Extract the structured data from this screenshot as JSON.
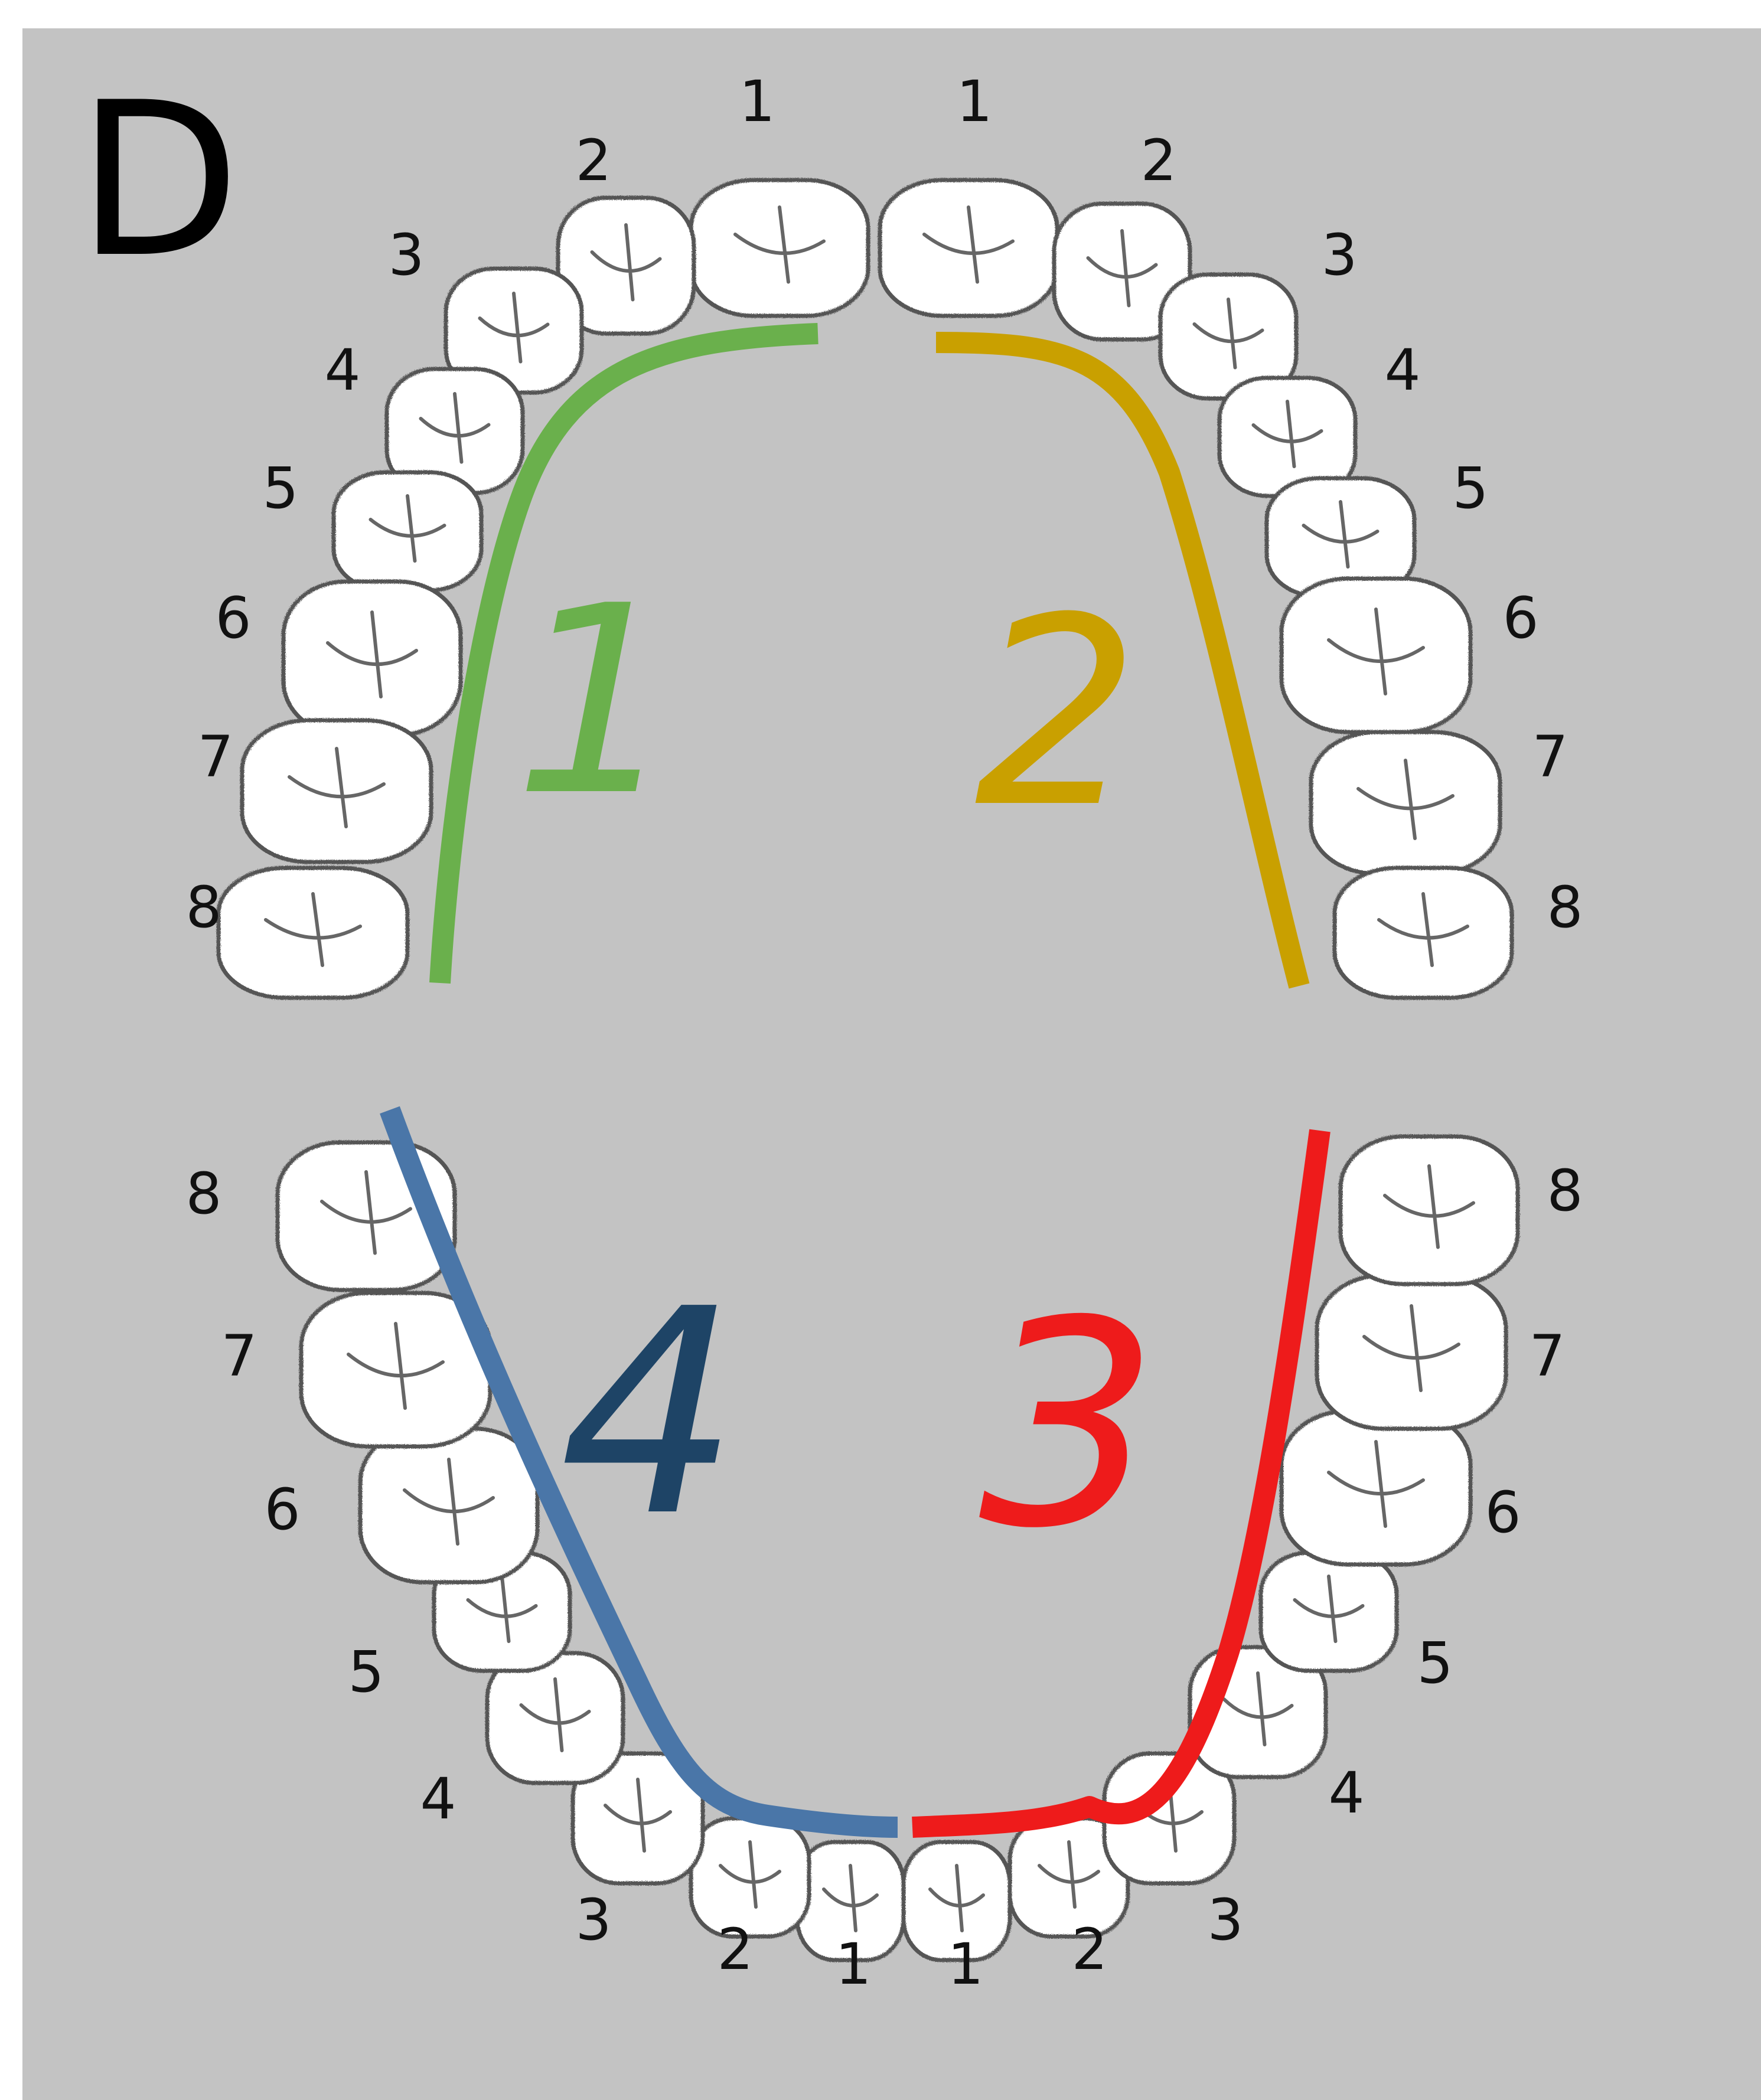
{
  "panel": {
    "letter": "D"
  },
  "colors": {
    "background": "#c3c3c3",
    "tooth_fill": "#ffffff",
    "tooth_outline": "#555555",
    "text": "#111111",
    "q1": "#6ab04c",
    "q2": "#c9a000",
    "q3": "#ee1b1b",
    "q4": "#4a76a8",
    "q4_numeral": "#1e4466"
  },
  "quadrants": [
    {
      "id": "q1",
      "numeral": "1",
      "color": "#6ab04c"
    },
    {
      "id": "q2",
      "numeral": "2",
      "color": "#c9a000"
    },
    {
      "id": "q3",
      "numeral": "3",
      "color": "#ee1b1b"
    },
    {
      "id": "q4",
      "numeral": "4",
      "color": "#1e4466",
      "line_color": "#4a76a8"
    }
  ],
  "upper_arch": {
    "left_numbers": [
      "1",
      "2",
      "3",
      "4",
      "5",
      "6",
      "7",
      "8"
    ],
    "right_numbers": [
      "1",
      "2",
      "3",
      "4",
      "5",
      "6",
      "7",
      "8"
    ]
  },
  "lower_arch": {
    "left_numbers": [
      "1",
      "2",
      "3",
      "4",
      "5",
      "6",
      "7",
      "8"
    ],
    "right_numbers": [
      "1",
      "2",
      "3",
      "4",
      "5",
      "6",
      "7",
      "8"
    ]
  }
}
